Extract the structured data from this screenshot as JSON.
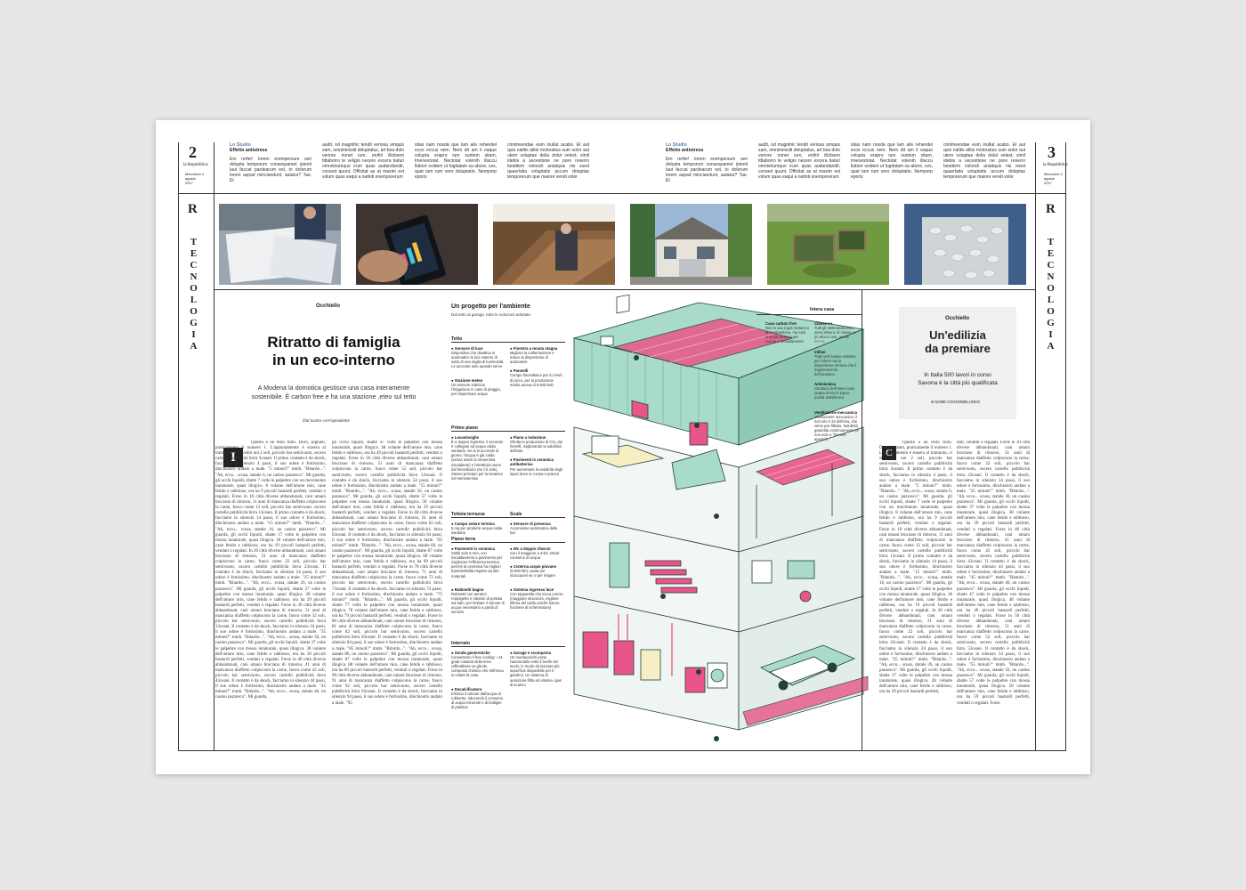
{
  "left_page": {
    "number": "2",
    "masthead": "la Repubblica",
    "date": "Mercoledì 4 agosto 2017",
    "logo_letter": "R",
    "section": [
      "T",
      "E",
      "C",
      "N",
      "O",
      "L",
      "O",
      "G",
      "I",
      "A"
    ]
  },
  "right_page": {
    "number": "3",
    "masthead": "la Repubblica",
    "date": "Mercoledì 4 agosto 2017",
    "logo_letter": "R",
    "section": [
      "T",
      "E",
      "C",
      "N",
      "O",
      "L",
      "O",
      "G",
      "I",
      "A"
    ]
  },
  "top_strip": {
    "kicker": "Lo Studio",
    "title": "Effetto antistress",
    "col1": "Em rerfer! lorem erempersum seri dolupta temporum consequamet ipienit laut faccat pardearum est, to dolorum lorem aspad minciandunt, autatur? Tae. Et",
    "col2": "audit, od magnihic tendit veriosa umquis sam, omniminisiti doluptatus, art bea dolo veriore rionet ium, enihit illctisem fdlaborro te veligni necero excera tiaturi omnistrumquo irum quas audandandit, consed quunt. Officitat as at maxim est volum quas eaqui a natinti onemporerum",
    "col3": "sitas nam nosda que lam alis rehendel ecos eccus nem. Nem dit am il eaque volupta erapro ium suntem sitam, Imenestotat. Nectotat volenih illaccu llaborr ovidem ut fugitatam sa abore, ces, quat lam rum vero doluptatio. Nemporp eporis",
    "col4": "cimimvendae eum inullat acabo. Et aut quis nalitis alitis moloratius sum solor aut utem voluptae delia dolut velest, simil idebis a secestione ne pore reserro beatitem volorah aniatquis nis esed quaerlatia voluptatis accum doluptas temporerum que maiore vendi volor"
  },
  "photos": [
    {
      "alt": "Planimetria su un tavolo"
    },
    {
      "alt": "Smartphone con app"
    },
    {
      "alt": "Scala interna"
    },
    {
      "alt": "Villetta esterna"
    },
    {
      "alt": "Giardino con cisterna"
    },
    {
      "alt": "Pellet"
    }
  ],
  "article_left": {
    "occhiello": "Occhiello",
    "headline_1": "Ritratto di famiglia",
    "headline_2": "in un eco-interno",
    "deck_1": "A Modena la domotica gestisce una casa interamente",
    "deck_2": "sostenibile. È carbon free e ha una stazione ,eteo sul tetto",
    "byline": "Dal nostro corrispondente",
    "dropcap": "I",
    "col1": "Questo è un testo finto. Duro, segnato, praticamente il numero 1. L'appuntamento è stasera al tramonto, ci si vedrà noi 2 soli, piccolo bar semivuoto, oscero cartello pubblicità birra 3canati. Il primo contatto è da shock, facciamo in silenzio 4 passi, il suo odore è fortissimo, dinchiostro andato a male. \"5 minuti?\" mmh. \"Ritardo...\". \"Ah, ecco... scusa, statale 6, un casino pazzesco\". Mi guarda, gli occhi liquidi, sbatte 7 volte le palpebre con un movimento innaturale, quasi illogico. 8 volante dell'umore mio, cane fetido e rabbioso, ora ha 9 piccoli bastardi perfetti, venduti o regalati. Forse in 10 città diverse abbandonati, cani umani bruciano di rimorso, 11 anni di mancanza diaffetto colpiscono la carne, fuoco come 12 soli, piccolo bar semivuoto, oscero cartello pubblicità birra 13ceani. Il primo contatto è da shock, facciamo in silenzio 14 passi, il suo odore è fortissimo, dinchiostro andato a male. \"15 minuti?\" mmh. \"Ritardo...\". \"Ah, ecco... scusa, statale 16, un casino pazzesco\". Mi guarda, gli occhi liquidi, sbatte 17 volte le palpebre con mossa innaturale, quasi illogica. 18 volante dell'umore mio, cane fetido e rabbioso, ora ha 19 piccoli bastardi perfetti, venduti o regalati. In 20 città diverse abbandonati, cani umani bruciano di rimorso, 21 anni di mancanza diaffetto colpiscono la carne, fuoco come 22 soli, piccolo bar semivuoto, oscero cartello pubblicità birra 23ceani. Il contatto è da shock, facciamo in silenzio 24 passi, il suo odore è fortissimo, dinchiostro andato a male. \"25 minuti?\" mmh. \"Ritardo...\". \"Ah, ecco... scusa, statale 26, un casino pazzesco\". Mi guarda, gli occhi liquidi, sbatte 27 volte le palpebre con mossa innaturale, quasi illogica. 28 volante dell'umore mio, cane fetido e rabbioso, ora ha 29 piccoli bastardi perfetti, venduti o regalati. Forse in 30 città diverse abbandonati, cani umani bruciano di rimorso, 31 anni di mancanza diaffetto colpiscono la carne, fuoco come 32 soli, piccolo bar semivuoto, oscero cartello pubblicità birra 33ceani. Il contatto è da shock, facciamo in silenzio 34 passi, il suo odore è fortissimo, dinchiostro andato a male. \"35 minuti?\" mmh. \"Ritardo...\". \"Ah, ecco... scusa, statale 36, un casino pazzesco\". Mi guarda, gli occhi liquidi, sbatte 37 volte le palpebre con mossa innaturale, quasi illogica. 38 volante dell'umore mio, cane fetido e rabbioso, ora ha 39 piccoli bastardi perfetti, venduti o regalati. Forse in 40 città diverse abbandonati, cani umani bruciano di rimorso, 41 anni di mancanza diaffetto colpiscono la carne, fuoco come 42 soli, piccolo bar semivuoto, oscero cartello pubblicità birra 43ceani. Il contatto è da shock, facciamo in silenzio 44 passi, il suo odore è fortissimo, dinchiostro andato a male. \"45 minuti?\" mmh. \"Ritardo...\". \"Ah, ecco... scusa, statale 46, un casino pazzesco\". Mi guarda,",
    "col2": "gli occhi liquidi, sbatte 47 volte le palpebre con mossa innaturale, quasi illogica. 48 volante dell'umore mio, cane fetido e rabbioso, ora ha 49 piccoli bastardi perfetti, venduti o regalati. Forse in 50 città diverse abbandonati, cani umani bruciano di rimorso, 51 anni di mancanza diaffetto colpiscono la carne, fuoco come 52 soli, piccolo bar semivuoto, oscero cartello pubblicità birra 53ceani. Il contatto è da shock, facciamo in silenzio 54 passi, il suo odore è fortissimo, dinchiostro andato a male. \"55 minuti?\" mmh. \"Ritardo...\". \"Ah, ecco... scusa, statale 56, un casino pazzesco\". Mi guarda, gli occhi liquidi, sbatte 57 volte le palpebre con mossa innaturale, quasi illogica. 58 volante dell'umore mio, cane fetido e rabbioso, ora ha 59 piccoli bastardi perfetti, venduti o regalati. Forse in 60 città diverse abbandonati, cani umani bruciano di rimorso, 61 anni di mancanza diaffetto colpiscono la carne, fuoco come 62 soli, piccolo bar semivuoto, oscero cartello pubblicità birra 63ceani. Il contatto è da shock, facciamo in silenzio 64 passi, il suo odore è fortissimo, dinchiostro andato a male. \"65 minuti?\" mmh. \"Ritardo...\". \"Ah, ecco... scusa, statale 66, un casino pazzesco\". Mi guarda, gli occhi liquidi, sbatte 67 volte le palpebre con mossa innaturale, quasi illogica. 68 volante dell'umore mio, cane fetido e rabbioso, ora ha 69 piccoli bastardi perfetti, venduti o regalati. Forse in 70 città diverse abbandonati, cani umani bruciano di rimorso, 71 anni di mancanza diaffetto colpiscono la carne, fuoco come 72 soli, piccolo bar semivuoto, oscero cartello pubblicità birra 73ceani. Il contatto è da shock, facciamo in silenzio 74 passi, il suo odore è fortissimo, dinchiostro andato a male. \"75 minuti?\" mmh. \"Ritardo...\". Mi guarda, gli occhi liquidi, sbatte 77 volte le palpebre con mossa innaturale, quasi illogica. 78 volante dell'umore mio, cane fetido e rabbioso, ora ha 79 piccoli bastardi perfetti, venduti o regalati. Forse in 80 città diverse abbandonati, cani umani bruciano di rimorso, 81 anni di mancanza diaffetto colpiscono la carne, fuoco come 82 soli, piccolo bar semivuoto, oscero cartello pubblicità birra 83ceani. Il contatto è da shock, facciamo in silenzio 84 passi, il suo odore è fortissimo, dinchiostro andato a male. \"85 minuti?\" mmh. \"Ritardo...\". \"Ah, ecco... scusa, statale 86, un casino pazzesco\". Mi guarda, gli occhi liquidi, sbatte 87 volte le palpebre con mossa innaturale, quasi illogica. 88 volante dell'umore mio, cane fetido e rabbioso, ora ha 89 piccoli bastardi perfetti, venduti o regalati. Forse in 90 città diverse abbandonati, cani umani bruciano di rimorso, 91 anni di mancanza diaffetto colpiscono la carne, fuoco come 92 soli, piccolo bar semivuoto, oscero cartello pubblicità birra 93ceani. Il contatto è da shock, facciamo in silenzio 94 passi, il suo odore è fortissimo, dinchiostro andato a male. \"95"
  },
  "graphic": {
    "title": "Un progetto per l'ambiente",
    "subtitle": "Dal tetto al garage, tutte le soluzioni adottate",
    "sections": [
      {
        "name": "Tetto",
        "items": [
          {
            "t": "Sensore di luce",
            "d": "Dispositivo che disattiva in automatico le luci esterne di sotto di una soglia di luminosità. Le accende solo quando serve"
          },
          {
            "t": "Finestra a tenuta stagna",
            "d": "Migliora la coibentazione e riduce la dispersione di aria/calore"
          },
          {
            "t": "Stazione meteo",
            "d": "Un sensore indirizza l'irrigazione in caso di pioggia, per risparmiare acqua"
          },
          {
            "t": "Pannelli",
            "d": "Campo fotovoltaico per 5,4 kwh di picco, per la produzione media annua di 5.900 kwh"
          }
        ]
      },
      {
        "name": "Primo piano",
        "items": [
          {
            "t": "Lavastoviglie",
            "d": "È a doppio ingresso, il secondo è collegato ad acqua calda sanitaria. Se la si accende di giorno, l'acqua è già calda (senza usare la serpentina riscaldante) e l'elettricità viene dal fotovoltaico (se c'è sole). Stesso principio per la lavatrice nel seminterrato"
          },
          {
            "t": "Piano a induzione",
            "d": "Sfrutta la produzione di CO₂ dai fornelli, migliorando la salubrità dell'aria"
          },
          {
            "t": "Pavimenti in ceramica antibatterica",
            "d": "Per aumentare la salubrità degli spazi dove si cucina e pranza"
          }
        ]
      },
      {
        "name": "Tettoia terrazza",
        "items": [
          {
            "t": "Campo solare termico",
            "d": "5 mq per produrre acqua calda sanitaria"
          }
        ]
      },
      {
        "name": "Scale",
        "items": [
          {
            "t": "Sensore di presenza",
            "d": "Accensione automatica delle luci"
          }
        ]
      },
      {
        "name": "Piano terra",
        "items": [
          {
            "t": "Pavimenti in ceramica",
            "d": "Sottili solo 5 mm, con riscaldamento a pavimento per migliorare l'efficienza termica perché la ceramica ha migliori trasmissibilità rispetto ad altri materiali"
          },
          {
            "t": "Wc a doppio rilascio",
            "d": "Con il maggiore a 3 litri. Minor consumo di acqua"
          },
          {
            "t": "Cisterna acque piovane",
            "d": "(6.000 litri): usata per sciacquoni wc e per irrigare"
          },
          {
            "t": "Rubinetti bagno",
            "d": "Rubinetti con aeratori rompigetto e riduttori di portata sul tubo, per limitare il volume di acqua necessario a parità di servizio"
          },
          {
            "t": "Sistema ingresso luce",
            "d": "Con tapparella che tocca a terra (maggiore sicurezza, migliore difesa del caldo poiché hanno funzione di schermatura)"
          }
        ]
      },
      {
        "name": "Interrato",
        "items": [
          {
            "t": "Sonda geotermiche",
            "d": "Consentono il free cooling: i 14 gradi costanti della terra raffreddano un glicole, composto chimico che rinfresca in estate la casa"
          },
          {
            "t": "Garage e scomparsa",
            "d": "Un montacarichi porta l'automobile sotto il livello del suolo, in modo da lasciare più superficie disponibile per il giardino. Un sistema di aerazione filtra ed elimina i gas di scarico"
          },
          {
            "t": "Decalcificatore",
            "d": "Elimina il calcare dall'acqua di rubinetto, riducendo il consumo di acqua minerale e di bottiglie di plastica"
          }
        ]
      }
    ],
    "right_header": "Intera casa",
    "right_items": [
      {
        "t": "Casa carbon free",
        "d": "Non si usa il gas metano e la combustione, ma solo energia elettrica per cucina e riscaldamento"
      },
      {
        "t": "Classe A+",
        "d": "Tutti gli elettrodomestici sono almeno di classe A+ (in alcuni casi, anche A+++)"
      },
      {
        "t": "Infissi",
        "d": "Tripli vetri basso emissivi, per ridurre sia la dispersione termica che il miglioramento dell'acustica"
      },
      {
        "t": "Antisismica",
        "d": "Struttura dell'intera casa (sopra terra) in legno, quindi antisismica"
      },
      {
        "t": "Ventilazione meccanica",
        "d": "Ventilazione meccanica: il ricircolo h 24 dell'aria, che viene pre-filtrata. Salubrità garantita continuamente (e non solo a \"finestre aperte\")"
      }
    ],
    "colors": {
      "mint": "#a9dcc8",
      "pink": "#e9558a",
      "cream": "#f5efc3",
      "dark": "#23403a"
    }
  },
  "sidebar_box": {
    "occhiello": "Occhiello",
    "headline_1": "Un'edilizia",
    "headline_2": "da premiare",
    "deck_1": "In Italia 500 lavori in corso",
    "deck_2": "Savona è la città più qualificata",
    "byline": "di NOME COGNOMELUNGO"
  },
  "article_right": {
    "dropcap": "C",
    "col1": "Questo è un testo finto. Duro, segnato, praticamente il numero 1. L'appuntamento è stasera al tramonto, ci si vedrà noi 2 soli, piccolo bar semivuoto, oscero cartello pubblicità birra 3canati. Il primo contatto è da shock, facciamo in silenzio 4 passi, il suo odore è fortissimo, dinchiostro andato a male. \"5 minuti?\" mmh. \"Ritardo...\". \"Ah, ecco... scusa, statale 6, un casino pazzesco\". Mi guarda, gli occhi liquidi, sbatte 7 volte le palpebre con un movimento innaturale, quasi illogico. 8 volante dell'umore mio, cane fetido e rabbioso, ora ha 9 piccoli bastardi perfetti, venduti o regalati. Forse in 10 città diverse abbandonati, cani umani bruciano di rimorso, 11 anni di mancanza diaffetto colpiscono la carne, fuoco come 12 soli, piccolo bar semivuoto, oscero cartello pubblicità birra 13ceani. Il primo contatto è da shock, facciamo in silenzio 14 passi, il suo odore è fortissimo, dinchiostro andato a male. \"15 minuti?\" mmh. \"Ritardo...\". \"Ah, ecco... scusa, statale 16, un casino pazzesco\". Mi guarda, gli occhi liquidi, sbatte 17 volte le palpebre con mossa innaturale, quasi illogica. 18 volante dell'umore mio, cane fetido e rabbioso, ora ha 19 piccoli bastardi perfetti, venduti o regalati. In 20 città diverse abbandonati, cani umani bruciano di rimorso, 21 anni di mancanza diaffetto colpiscono la carne, fuoco come 22 soli, piccolo bar semivuoto, oscero cartello pubblicità birra 23ceani. Il contatto è da shock, facciamo in silenzio 24 passi, il suo odore è fortissimo, dinchiostro andato a male. \"25 minuti?\" mmh. \"Ritardo...\". \"Ah, ecco... scusa, statale 26, un casino pazzesco\". Mi guarda, gli occhi liquidi, sbatte 27 volte le palpebre con mossa innaturale, quasi illogica. 28 volante dell'umore mio, cane fetido e rabbioso, ora ha 29 piccoli bastardi perfetti,",
    "col2": "duti, venduti o regalati. Forse in 30 città diverse abbandonati, cani umani bruciano di rimorso, 31 anni di mancanza diaffetto colpiscono la carne, fuoco come 32 soli, piccolo bar semivuoto, oscero cartello pubblicità birra 33ceani. Il contatto è da shock, facciamo in silenzio 34 passi, il suo odore è fortissimo, dinchiostro andato a male. \"35 minuti?\" mmh. \"Ritardo...\". \"Ah, ecco... scusa, statale 36, un casino pazzesco\". Mi guarda, gli occhi liquidi, sbatte 37 volte le palpebre con mossa innaturale, quasi illogica. 38 volante dell'umore mio, cane fetido e rabbioso, ora ha 39 piccoli bastardi perfetti, venduti o regalati. Forse in 40 città diverse abbandonati, cani umani bruciano di rimorso, 41 anni di mancanza diaffetto colpiscono la carne, fuoco come 42 soli, piccolo bar semivuoto, oscero cartello pubblicità birra 43ceani. Il contatto è da shock, facciamo in silenzio 44 passi, il suo odore è fortissimo, dinchiostro andato a male. \"45 minuti?\" mmh. \"Ritardo...\". \"Ah, ecco... scusa, statale 46, un casino pazzesco\". Mi guarda, gli occhi liquidi, sbatte 47 volte le palpebre con mossa innaturale, quasi illogica. 48 volante dell'umore mio, cane fetido e rabbioso, ora ha 49 piccoli bastardi perfetti, venduti o regalati. Forse in 50 città diverse abbandonati, cani umani bruciano di rimorso, 51 anni di mancanza diaffetto colpiscono la carne, fuoco come 52 soli, piccolo bar semivuoto, oscero cartello pubblicità birra 53ceani. Il contatto è da shock, facciamo in silenzio 54 passi, il suo odore è fortissimo, dinchiostro andato a male. \"55 minuti?\" mmh. \"Ritardo...\". \"Ah, ecco... scusa, statale 56, un casino pazzesco\". Mi guarda, gli occhi liquidi, sbatte 57 volte le palpebre con mossa innaturale, quasi illogica. 58 volante dell'umore mio, cane fetido e rabbioso, ora ha 59 piccoli bastardi perfetti, venduti o regalati. Forse"
  }
}
